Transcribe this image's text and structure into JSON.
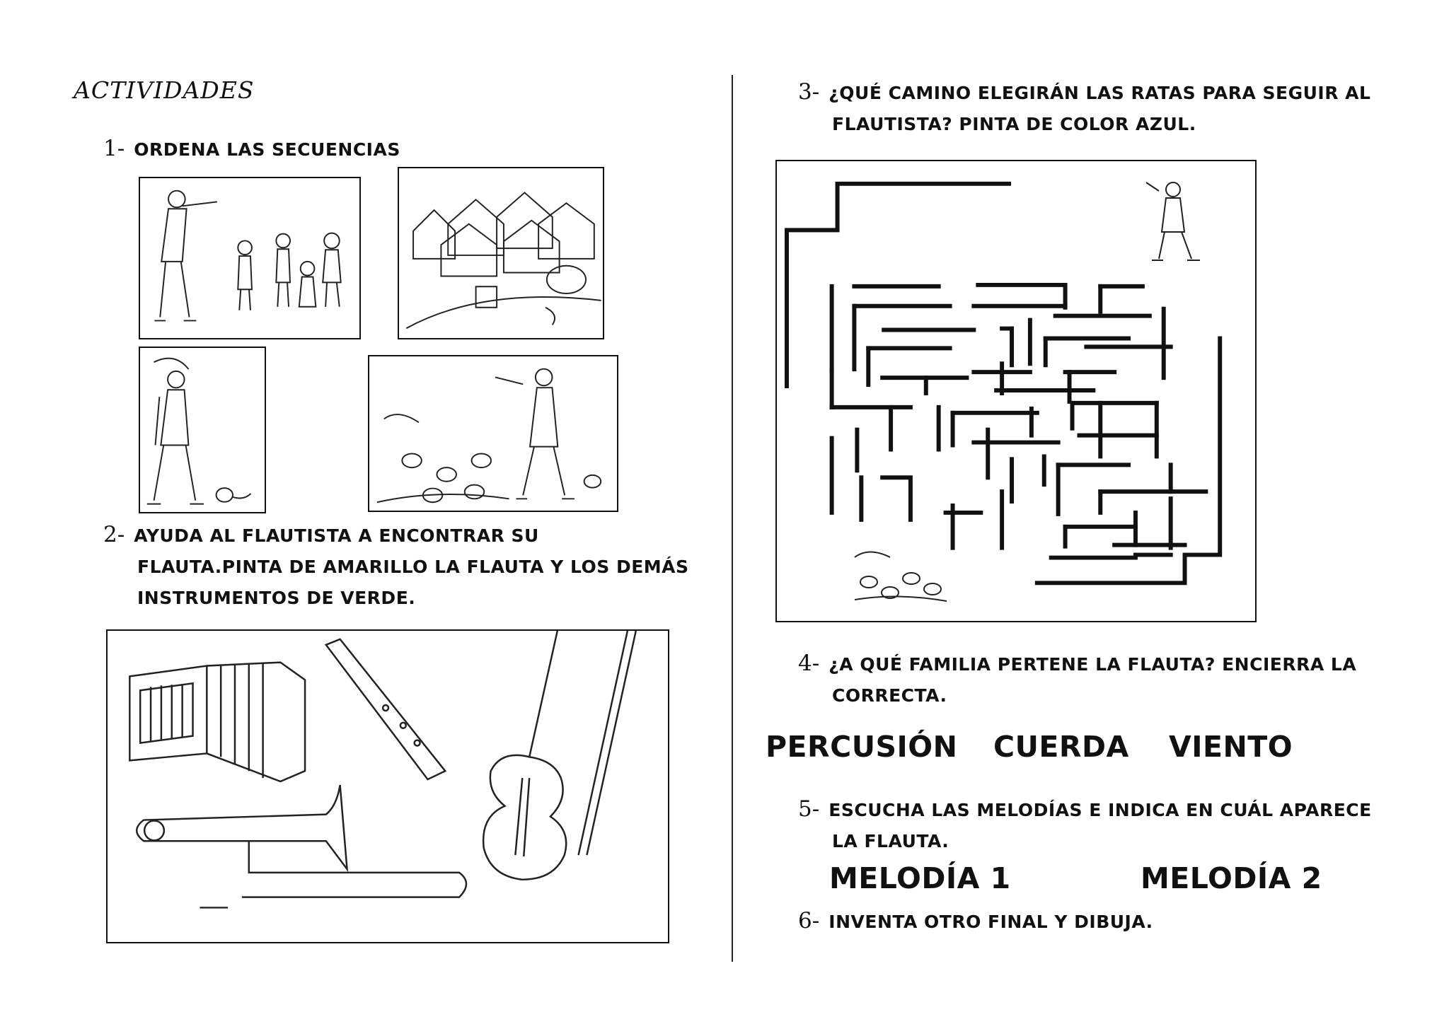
{
  "title": "ACTIVIDADES",
  "q1": {
    "num": "1-",
    "text": "ORDENA LAS SECUENCIAS"
  },
  "q2": {
    "num": "2-",
    "line1": "AYUDA AL FLAUTISTA A ENCONTRAR SU",
    "line2": "FLAUTA.PINTA DE AMARILLO LA FLAUTA Y LOS DEMÁS",
    "line3": "INSTRUMENTOS DE VERDE."
  },
  "q3": {
    "num": "3-",
    "line1": "¿QUÉ CAMINO ELEGIRÁN LAS RATAS PARA SEGUIR AL",
    "line2": "FLAUTISTA? PINTA DE COLOR AZUL."
  },
  "q4": {
    "num": "4-",
    "line1": "¿A QUÉ FAMILIA PERTENE LA FLAUTA? ENCIERRA LA",
    "line2": "CORRECTA."
  },
  "families": [
    "PERCUSIÓN",
    "CUERDA",
    "VIENTO"
  ],
  "q5": {
    "num": "5-",
    "line1": "ESCUCHA LAS MELODÍAS E INDICA EN CUÁL APARECE",
    "line2": "LA FLAUTA."
  },
  "melodies": [
    "MELODÍA 1",
    "MELODÍA 2"
  ],
  "q6": {
    "num": "6-",
    "text": "INVENTA OTRO FINAL Y DIBUJA."
  }
}
